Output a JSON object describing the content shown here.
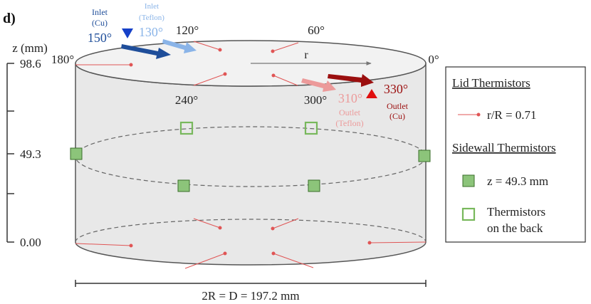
{
  "panel_label": "d)",
  "colors": {
    "cylinder_fill": "#e8e8e8",
    "lid_fill": "#f2f2f2",
    "outline": "#555555",
    "dashed": "#666666",
    "thermistor_red": "#e05555",
    "sidewall_green_fill": "#8cc47a",
    "sidewall_green_stroke": "#3a6e2a",
    "back_green_stroke": "#78b85c",
    "inlet_cu": "#1f4e9a",
    "inlet_teflon": "#8ab4e8",
    "outlet_cu": "#9b0f0f",
    "outlet_teflon": "#ec9a9a",
    "outlet_triangle": "#e01010"
  },
  "inlet_cu": {
    "label": "Inlet",
    "material": "(Cu)",
    "angle": "150°"
  },
  "inlet_teflon": {
    "label": "Inlet",
    "material": "(Teflon)",
    "angle": "130°"
  },
  "outlet_teflon": {
    "angle": "310°",
    "label": "Outlet",
    "material": "(Teflon)"
  },
  "outlet_cu": {
    "angle": "330°",
    "label": "Outlet",
    "material": "(Cu)"
  },
  "angles": {
    "a120": "120°",
    "a60": "60°",
    "a180": "180°",
    "a0": "0°",
    "a240": "240°",
    "a300": "300°"
  },
  "radius_label": "r",
  "z_axis": {
    "label": "z (mm)",
    "ticks": [
      "98.6",
      "49.3",
      "0.00"
    ]
  },
  "dimension": "2R = D = 197.2 mm",
  "legend": {
    "lid_title": "Lid Thermistors",
    "lid_item": "r/R = 0.71",
    "sidewall_title": "Sidewall Thermistors",
    "sidewall_item": "z = 49.3 mm",
    "back_item_line1": "Thermistors",
    "back_item_line2": "on the back"
  }
}
